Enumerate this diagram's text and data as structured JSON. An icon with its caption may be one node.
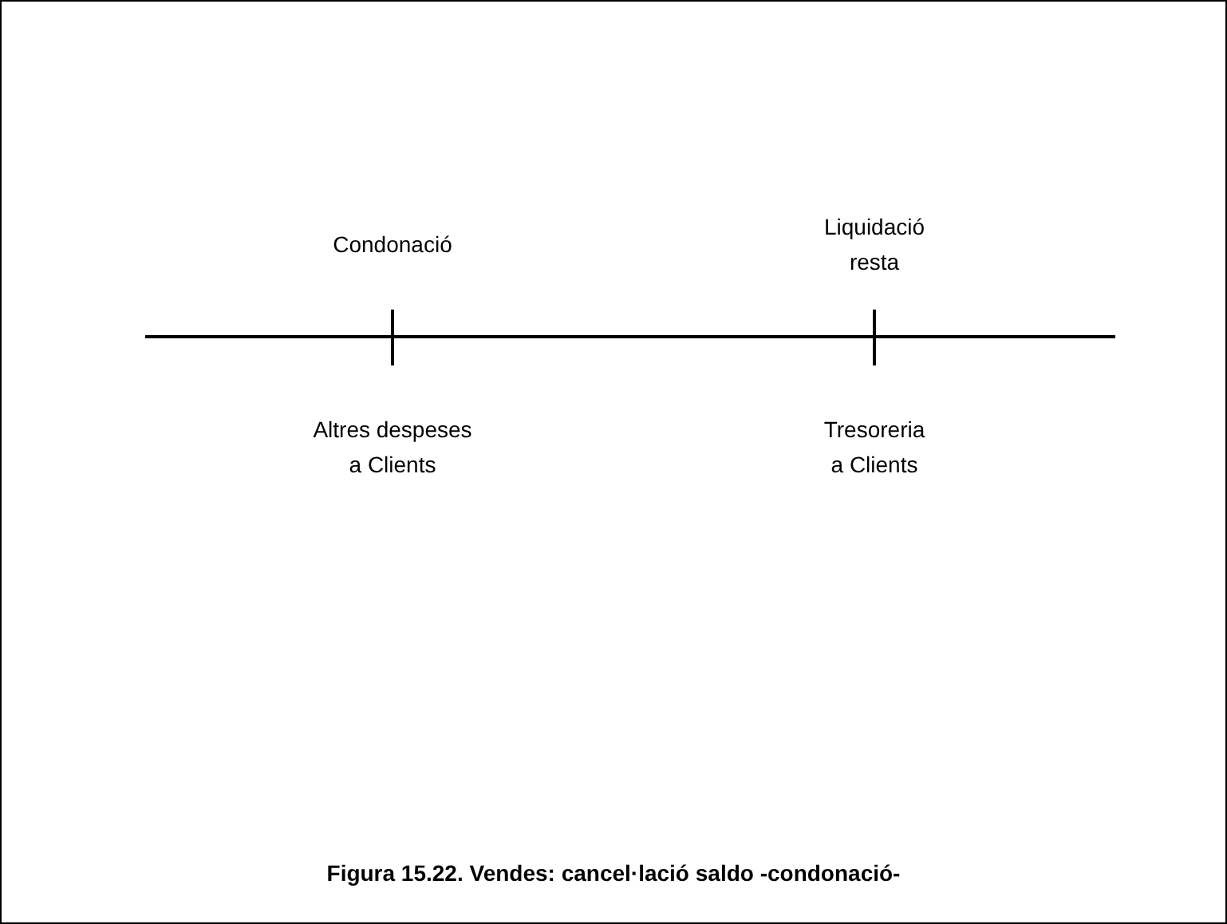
{
  "diagram": {
    "caption": "Figura 15.22. Vendes: cancel·lació saldo -condonació-",
    "labels": [
      "Condonació",
      "Liquidació resta",
      "Altres despeses a Clients",
      "Tresoreria a Clients"
    ]
  }
}
